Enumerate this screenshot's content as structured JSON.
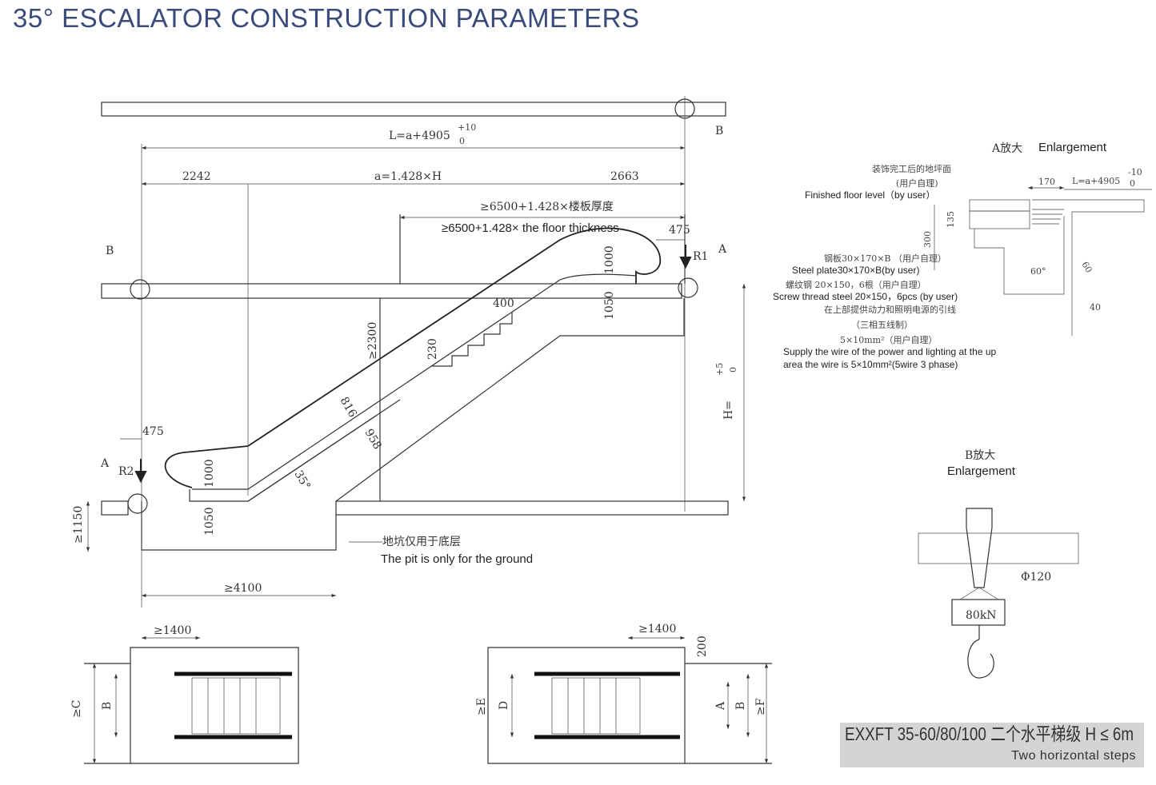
{
  "title": "35°  ESCALATOR CONSTRUCTION PARAMETERS",
  "elevation": {
    "total_length": "L=a+4905",
    "tol_upper": "+10",
    "tol_lower": "0",
    "left_dim": "2242",
    "middle_dim": "a=1.428×H",
    "right_dim": "2663",
    "opening_cn": "≥6500+1.428×楼板厚度",
    "opening_en": "≥6500+1.428× the floor thickness",
    "upper_475": "475",
    "lower_475": "475",
    "upper_1000": "1000",
    "upper_1050": "1050",
    "lower_1000": "1000",
    "lower_1050": "1050",
    "dim_400": "400",
    "dim_230": "230",
    "dim_2300": "≥2300",
    "dim_816": "816",
    "dim_958": "958",
    "angle": "35°",
    "height": "H=",
    "height_tol_upper": "+5",
    "height_tol_lower": "0",
    "pit_depth": "≥1150",
    "pit_length": "≥4100",
    "pit_note_cn": "地坑仅用于底层",
    "pit_note_en": "The pit is only for the ground",
    "label_b_left": "B",
    "label_b_top": "B",
    "label_a_right": "A",
    "label_a_left": "A",
    "label_r1": "R1",
    "label_r2": "R2"
  },
  "enlargement_a": {
    "title_cn": "A放大",
    "title_en": "Enlargement",
    "floor_cn1": "装饰完工后的地坪面",
    "floor_cn2": "(用户自理)",
    "floor_en": "Finished floor level（by user）",
    "dim_170": "170",
    "dim_L": "L=a+4905",
    "tol_upper": "-10",
    "tol_lower": "0",
    "dim_135": "135",
    "dim_300": "300",
    "dim_60": "60",
    "dim_40": "40",
    "angle": "60°",
    "plate_cn": "钢板30×170×B （用户自理）",
    "plate_en": "Steel plate30×170×B(by user)",
    "screw_cn": "螺纹钢 20×150，6根（用户自理）",
    "screw_en": "Screw thread steel 20×150，6pcs (by user)",
    "wire_cn1": "在上部提供动力和照明电源的引线",
    "wire_cn2": "（三相五线制）",
    "wire_cn3": "5×10mm²（用户自理）",
    "wire_en1": "Supply the wire of the power and lighting at the up",
    "wire_en2": "area the wire is 5×10mm²(5wire 3 phase)"
  },
  "enlargement_b": {
    "title_cn": "B放大",
    "title_en": "Enlargement",
    "diameter": "Φ120",
    "load": "80kN"
  },
  "plan_views": {
    "left_width": "≥1400",
    "left_c": "≥C",
    "left_b": "B",
    "right_width": "≥1400",
    "right_200": "200",
    "right_e": "≥E",
    "right_d": "D",
    "right_a": "A",
    "right_b": "B",
    "right_f": "≥F"
  },
  "model": {
    "line1": "EXXFT 35-60/80/100   二个水平梯级  H ≤ 6m",
    "line2": "Two horizontal steps"
  }
}
